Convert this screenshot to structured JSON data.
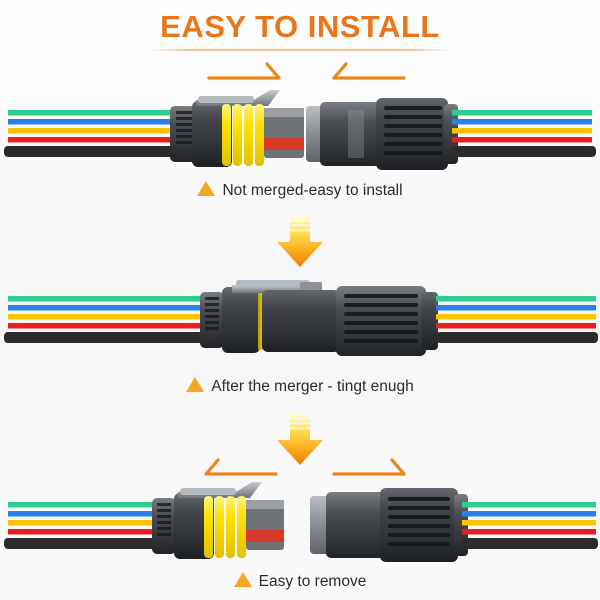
{
  "header": {
    "title": "EASY TO INSTALL",
    "title_color": "#e8761a",
    "underline_color": "#f0963c"
  },
  "theme": {
    "background": "#fbfbfb",
    "accent_orange": "#e8761a",
    "bullet_orange": "#f5a623",
    "arrow_orange": "#e8861e",
    "arrow_gradient_top": "#fff6c4",
    "arrow_gradient_bottom": "#f58a15",
    "caption_text": "#2b2b2b"
  },
  "wires": {
    "colors": [
      "#2ecc8f",
      "#2980e8",
      "#ffc400",
      "#e82020",
      "#2b2b2b"
    ],
    "names": [
      "green-wire",
      "blue-wire",
      "yellow-wire",
      "red-wire",
      "black-wire-bundle"
    ]
  },
  "connector": {
    "body_color": "#3a3d40",
    "seal_color": "#f2d200",
    "clip_color": "#8d9196"
  },
  "steps": [
    {
      "id": "step-unmerged",
      "caption": "Not merged-easy to install",
      "hint_direction": "converge",
      "hint_left_name": "arrow-right-hint",
      "hint_right_name": "arrow-left-hint",
      "art_name": "connector-pair-separated"
    },
    {
      "id": "step-merged",
      "caption": "After the merger - tingt enugh",
      "hint_direction": "none",
      "art_name": "connector-merged"
    },
    {
      "id": "step-remove",
      "caption": "Easy to remove",
      "hint_direction": "diverge",
      "hint_left_name": "arrow-left-hint",
      "hint_right_name": "arrow-right-hint",
      "art_name": "connector-pair-detaching"
    }
  ],
  "down_arrows": [
    {
      "name": "down-arrow-merge"
    },
    {
      "name": "down-arrow-separate"
    }
  ]
}
